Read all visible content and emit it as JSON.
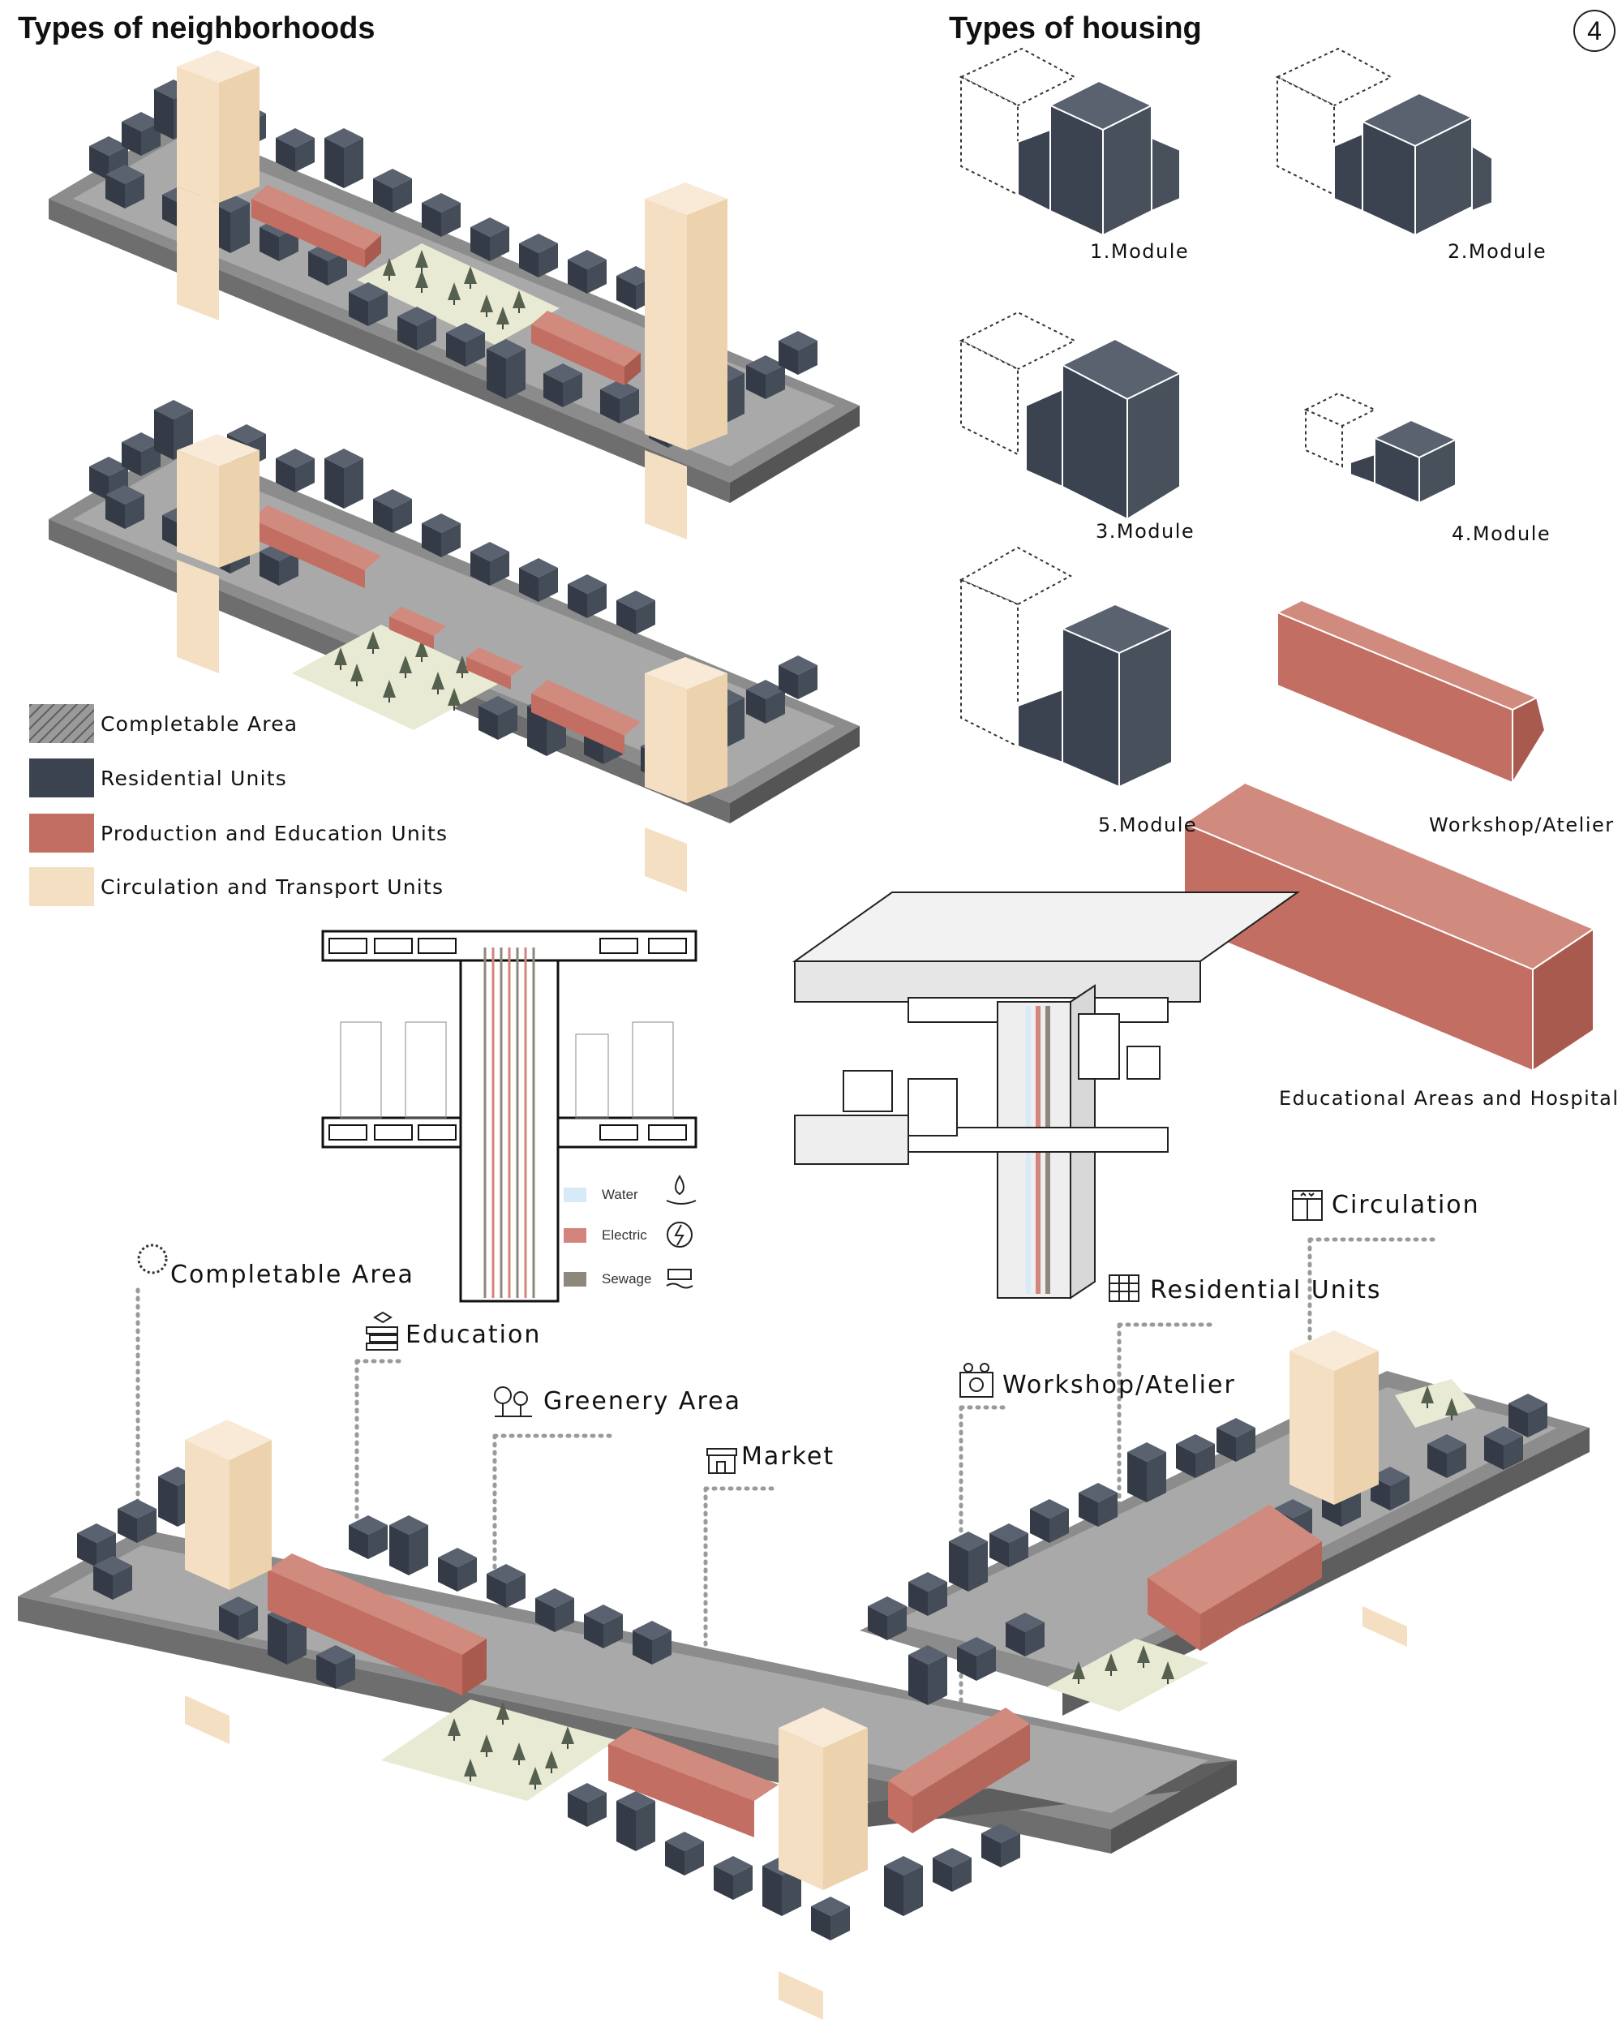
{
  "titles": {
    "neighborhoods": "Types of neighborhoods",
    "housing": "Types of housing",
    "badge": "4"
  },
  "modules": [
    "1.Module",
    "2.Module",
    "3.Module",
    "4.Module",
    "5.Module"
  ],
  "unit_labels": {
    "workshop": "Workshop/Atelier",
    "educational": "Educational Areas and Hospital"
  },
  "legend": [
    {
      "label": "Completable Area",
      "color": "#8a8a8a"
    },
    {
      "label": "Residential Units",
      "color": "#3b4350"
    },
    {
      "label": "Production and Education Units",
      "color": "#c26e62"
    },
    {
      "label": "Circulation and Transport Units",
      "color": "#f4dfc2"
    }
  ],
  "utilities": [
    {
      "label": "Water",
      "color": "#d6eaf7"
    },
    {
      "label": "Electric",
      "color": "#d3847d"
    },
    {
      "label": "Sewage",
      "color": "#8d887b"
    }
  ],
  "callouts": {
    "completable": "Completable Area",
    "education": "Education",
    "greenery": "Greenery Area",
    "market": "Market",
    "workshop": "Workshop/Atelier",
    "residential": "Residential Units",
    "circulation": "Circulation"
  }
}
